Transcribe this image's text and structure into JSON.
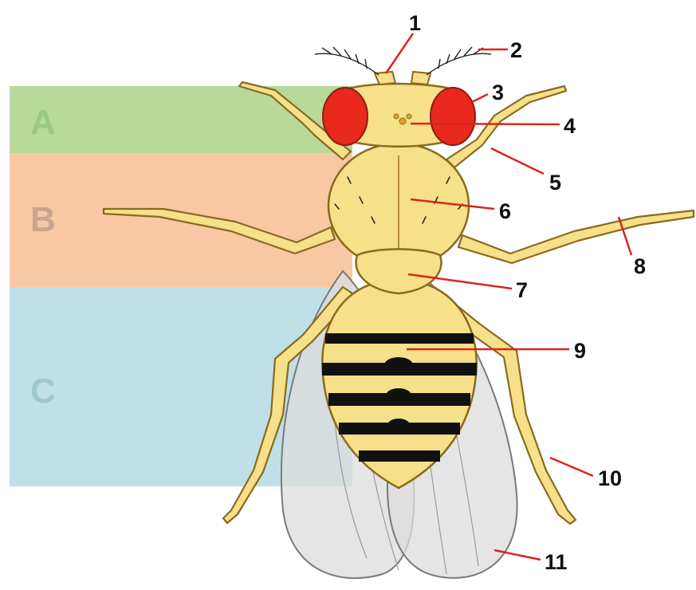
{
  "regions": [
    {
      "letter": "A",
      "fill": "#b7d99a",
      "text_color": "#9cc886"
    },
    {
      "letter": "B",
      "fill": "#f8c8a4",
      "text_color": "#c9a58e"
    },
    {
      "letter": "C",
      "fill": "#bfe0e6",
      "text_color": "#9fc7cf"
    }
  ],
  "callouts": [
    "1",
    "2",
    "3",
    "4",
    "5",
    "6",
    "7",
    "8",
    "9",
    "10",
    "11"
  ],
  "colors": {
    "body": "#f6e08a",
    "body_outline": "#8a6a1e",
    "eye": "#e8291c",
    "stripe": "#111111",
    "wing": "#dcdcdc",
    "leader": "#d9261c"
  }
}
